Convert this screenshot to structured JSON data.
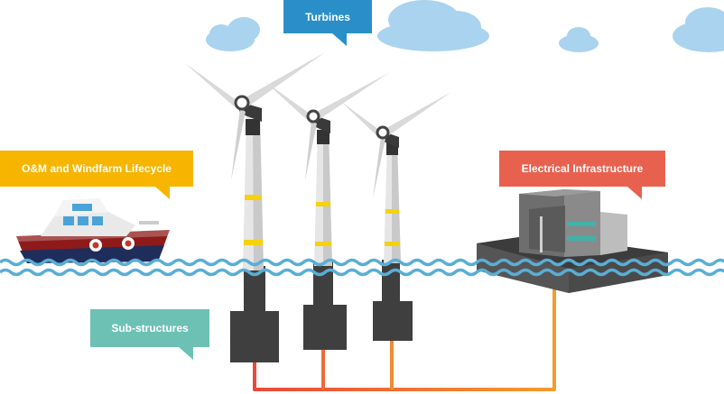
{
  "labels": {
    "turbines": "Turbines",
    "om": "O&M and Windfarm Lifecycle",
    "electrical": "Electrical Infrastructure",
    "substructures": "Sub-structures"
  },
  "colors": {
    "turbines": "#2a8fc9",
    "om": "#f7b500",
    "electrical": "#e8614f",
    "substructures": "#6dc1b4",
    "water": "#58aed6",
    "cloud": "#a9d3ef",
    "foundation": "#3f3f3f",
    "cable_red": "#e8493a",
    "cable_orange": "#f39c2e",
    "boat_hull": "#8e1a1a",
    "stripe_yellow": "#f5d20a"
  },
  "icons": [
    "cloud-icon",
    "wind-turbine-icon",
    "boat-icon",
    "substation-icon",
    "foundation-icon",
    "cable-icon",
    "wave-icon"
  ]
}
